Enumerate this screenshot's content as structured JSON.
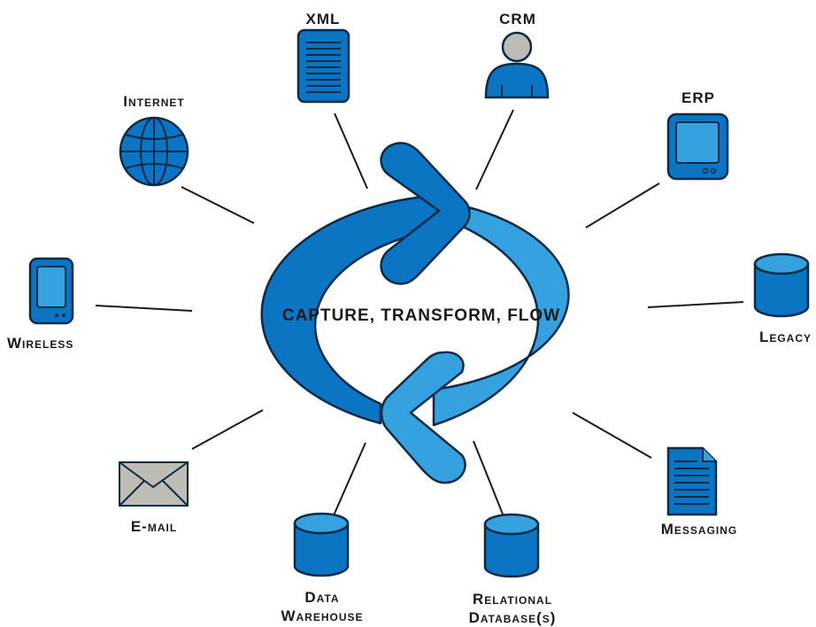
{
  "center_text": "CAPTURE, TRANSFORM, FLOW",
  "colors": {
    "dark_blue": "#0b74c3",
    "light_blue": "#35a1de",
    "outline": "#0a2a45",
    "grey": "#bdbdb5"
  },
  "nodes": {
    "xml": {
      "label": "XML",
      "icon": "document-icon"
    },
    "crm": {
      "label": "CRM",
      "icon": "person-icon"
    },
    "erp": {
      "label": "ERP",
      "icon": "terminal-icon"
    },
    "internet": {
      "label": "Internet",
      "icon": "globe-icon"
    },
    "wireless": {
      "label": "Wireless",
      "icon": "handheld-device-icon"
    },
    "legacy": {
      "label": "Legacy",
      "icon": "database-icon"
    },
    "email": {
      "label": "E-mail",
      "icon": "envelope-icon"
    },
    "messaging": {
      "label": "Messaging",
      "icon": "page-icon"
    },
    "data_warehouse": {
      "label_line1": "Data",
      "label_line2": "Warehouse",
      "icon": "database-icon"
    },
    "relational": {
      "label_line1": "Relational",
      "label_line2": "Database(s)",
      "icon": "database-icon"
    }
  }
}
